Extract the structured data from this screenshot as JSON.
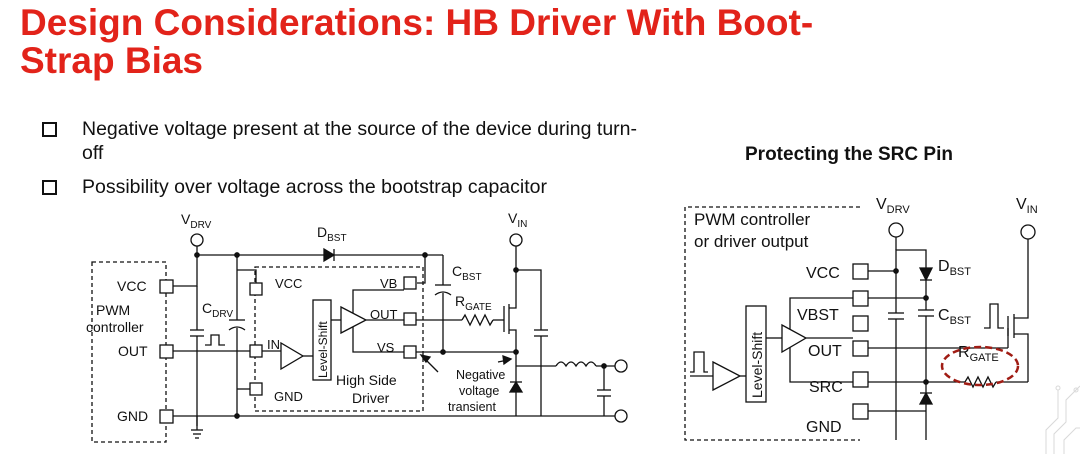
{
  "slide": {
    "title_line1": "Design Considerations: HB Driver With Boot-",
    "title_line2": "Strap Bias",
    "bullets": [
      "Negative voltage present at the source of the device during turn-off",
      "Possibility over voltage across the bootstrap capacitor"
    ],
    "side_title": "Protecting the SRC Pin"
  },
  "left_diagram": {
    "vdrv": "V",
    "vdrv_sub": "DRV",
    "vin": "V",
    "vin_sub": "IN",
    "dbst": "D",
    "dbst_sub": "BST",
    "cbst": "C",
    "cbst_sub": "BST",
    "cdrv": "C",
    "cdrv_sub": "DRV",
    "rgate": "R",
    "rgate_sub": "GATE",
    "pwm_line1": "PWM",
    "pwm_line2": "controller",
    "pin_vcc": "VCC",
    "pin_out": "OUT",
    "pin_gnd": "GND",
    "drv_vcc": "VCC",
    "drv_in": "IN",
    "drv_gnd": "GND",
    "drv_vb": "VB",
    "drv_out": "OUT",
    "drv_vs": "VS",
    "level_shift": "Level-Shift",
    "hs_line1": "High Side",
    "hs_line2": "Driver",
    "neg_line1": "Negative",
    "neg_line2": "voltage",
    "neg_line3": "transient"
  },
  "right_diagram": {
    "box_line1": "PWM controller",
    "box_line2": "or driver output",
    "vdrv": "V",
    "vdrv_sub": "DRV",
    "vin": "V",
    "vin_sub": "IN",
    "dbst": "D",
    "dbst_sub": "BST",
    "cbst": "C",
    "cbst_sub": "BST",
    "rgate": "R",
    "rgate_sub": "GATE",
    "pin_vcc": "VCC",
    "pin_vbst": "VBST",
    "pin_out": "OUT",
    "pin_src": "SRC",
    "pin_gnd": "GND",
    "level_shift": "Level-Shift",
    "highlight_color": "#a01c14"
  },
  "colors": {
    "title": "#e2231a",
    "text": "#111111"
  }
}
